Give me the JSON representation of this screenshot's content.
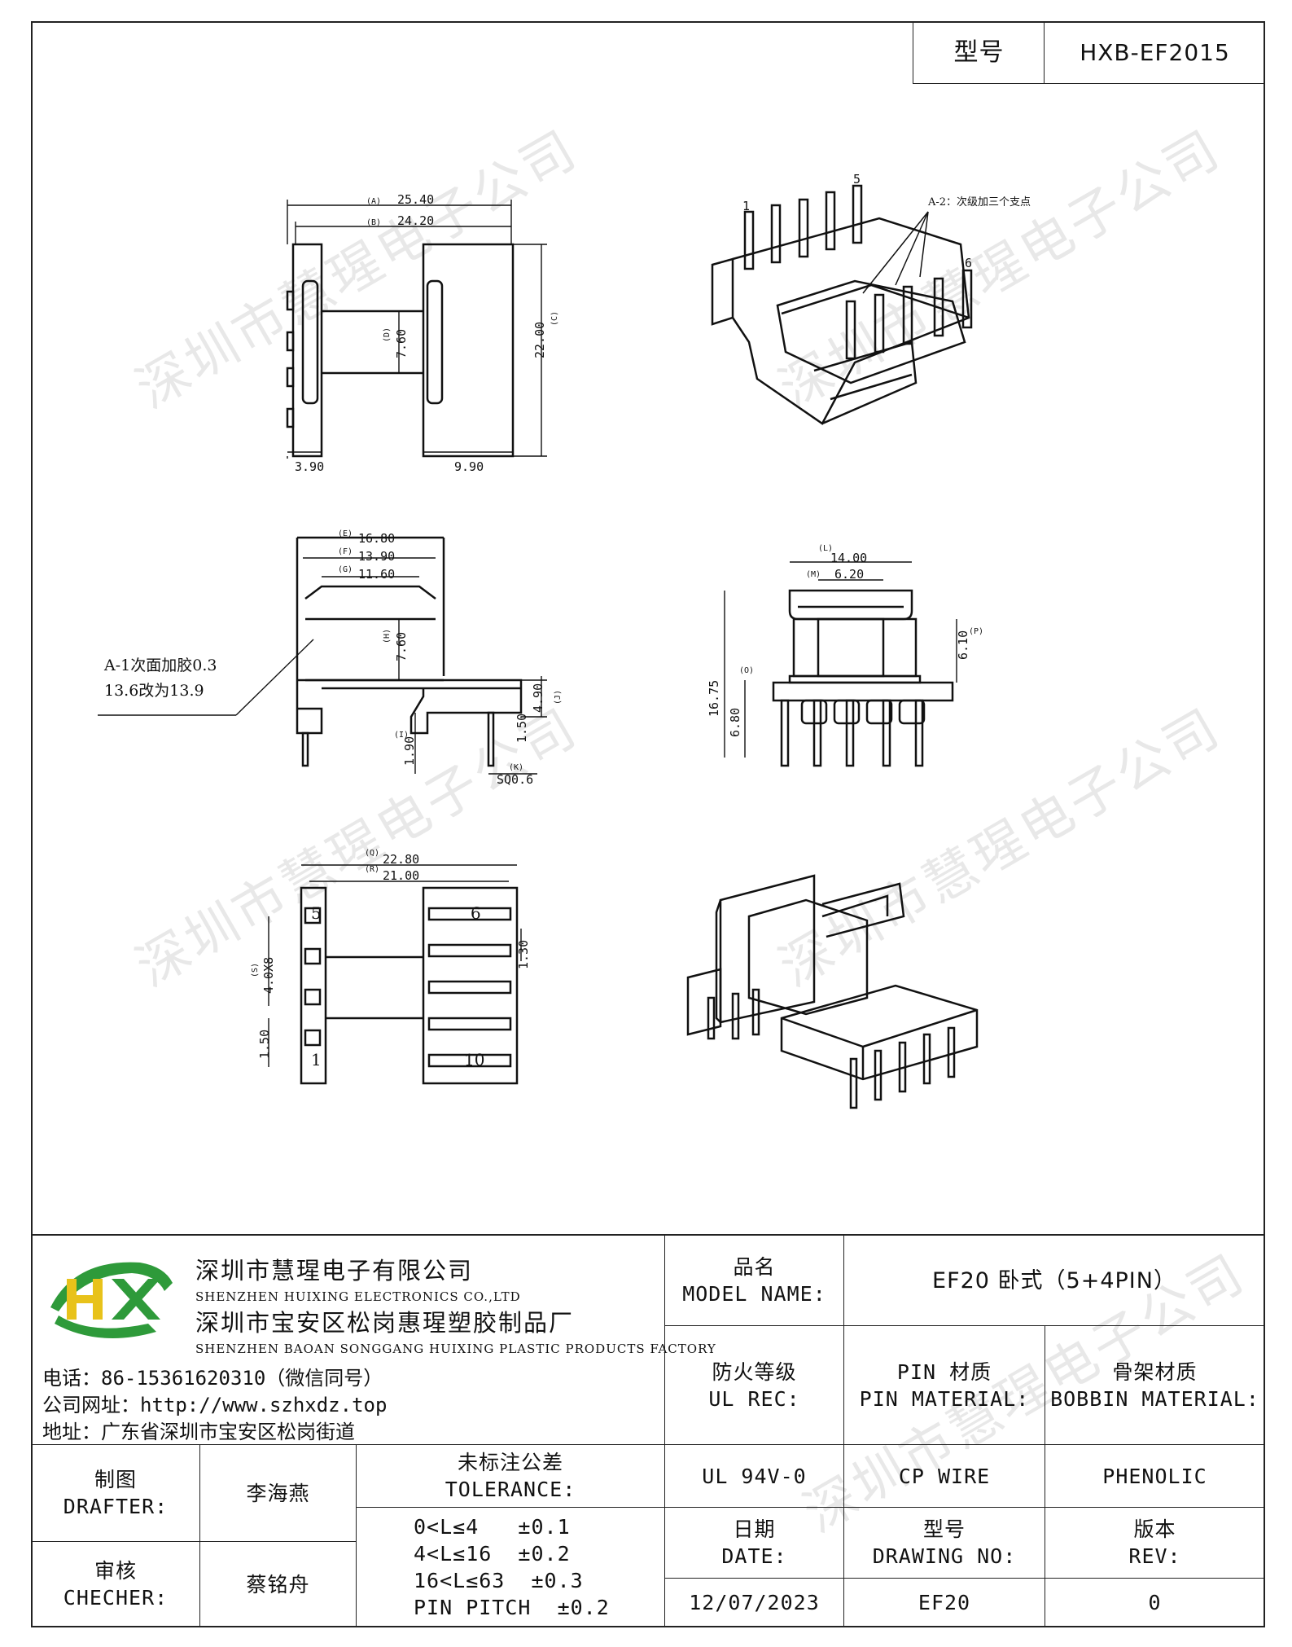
{
  "model_box": {
    "label": "型号",
    "value": "HXB-EF2015"
  },
  "watermark": "深圳市慧瑆电子公司",
  "drawing": {
    "top_view": {
      "dim_a": "25.40",
      "dim_a_tag": "(A)",
      "dim_b": "24.20",
      "dim_b_tag": "(B)",
      "dim_c": "22.00",
      "dim_c_tag": "(C)",
      "dim_d": "7.60",
      "dim_d_tag": "(D)",
      "dim_left": "3.90",
      "dim_right": "9.90"
    },
    "iso_top": {
      "pin_first": "1",
      "pin_fifth": "5",
      "pin_sixth": "6",
      "note": "A-2：次级加三个支点"
    },
    "side_view": {
      "dim_e": "16.80",
      "dim_e_tag": "(E)",
      "dim_f": "13.90",
      "dim_f_tag": "(F)",
      "dim_g": "11.60",
      "dim_g_tag": "(G)",
      "dim_h": "7.60",
      "dim_h_tag": "(H)",
      "dim_j": "4.90",
      "dim_j_tag": "(J)",
      "dim_i": "1.90",
      "dim_i_tag": "(I)",
      "dim_150": "1.50",
      "dim_k": "SQ0.6",
      "dim_k_tag": "(K)",
      "note_line1": "A-1次面加胶0.3",
      "note_line2": "13.6改为13.9"
    },
    "front_view": {
      "dim_l": "14.00",
      "dim_l_tag": "(L)",
      "dim_m": "6.20",
      "dim_m_tag": "(M)",
      "dim_p": "6.10",
      "dim_p_tag": "(P)",
      "dim_total": "16.75",
      "dim_o": "6.80",
      "dim_o_tag": "(O)"
    },
    "bottom_view": {
      "dim_q": "22.80",
      "dim_q_tag": "(Q)",
      "dim_r": "21.00",
      "dim_r_tag": "(R)",
      "dim_s": "4.0X8",
      "dim_s_tag": "(S)",
      "dim_pitch": "1.50",
      "dim_130": "1.30",
      "pin_5": "5",
      "pin_6": "6",
      "pin_1": "1",
      "pin_10": "10"
    }
  },
  "company": {
    "name_cn": "深圳市慧瑆电子有限公司",
    "name_en": "SHENZHEN HUIXING ELECTRONICS CO.,LTD",
    "factory_cn": "深圳市宝安区松岗惠瑆塑胶制品厂",
    "factory_en": "SHENZHEN BAOAN SONGGANG HUIXING PLASTIC PRODUCTS FACTORY",
    "phone": "电话：86-15361620310（微信同号）",
    "website": "公司网址：http://www.szhxdz.top",
    "address": "地址：广东省深圳市宝安区松岗街道",
    "logo_letters": "HX",
    "colors": {
      "green": "#2e9a3a",
      "yellow": "#e8c21a"
    }
  },
  "title_block": {
    "model_name_cn": "品名",
    "model_name_en": "MODEL NAME:",
    "model_name_value": "EF20 卧式（5+4PIN）",
    "ul_cn": "防火等级",
    "ul_en": "UL REC:",
    "pin_mat_cn": "PIN 材质",
    "pin_mat_en": "PIN MATERIAL:",
    "bobbin_cn": "骨架材质",
    "bobbin_en": "BOBBIN MATERIAL:",
    "ul_value": "UL 94V-0",
    "pin_value": "CP WIRE",
    "bobbin_value": "PHENOLIC",
    "drafter_cn": "制图",
    "drafter_en": "DRAFTER:",
    "drafter_name": "李海燕",
    "checker_cn": "审核",
    "checker_en": "CHECHER:",
    "checker_name": "蔡铭舟",
    "tol_cn": "未标注公差",
    "tol_en": "TOLERANCE:",
    "tol_lines": [
      "0<L≤4   ±0.1",
      "4<L≤16  ±0.2",
      "16<L≤63  ±0.3",
      "PIN PITCH  ±0.2"
    ],
    "date_cn": "日期",
    "date_en": "DATE:",
    "date_value": "12/07/2023",
    "drawing_cn": "型号",
    "drawing_en": "DRAWING NO:",
    "drawing_value": "EF20",
    "rev_cn": "版本",
    "rev_en": "REV:",
    "rev_value": "0"
  }
}
